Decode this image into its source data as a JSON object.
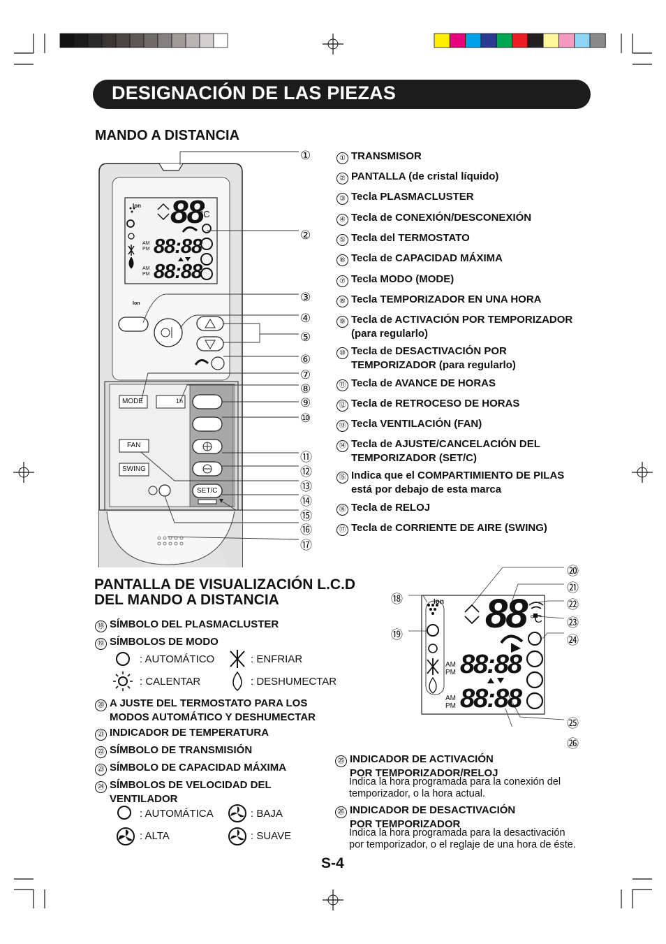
{
  "title": "DESIGNACIÓN DE LAS PIEZAS",
  "remote_heading": "MANDO A DISTANCIA",
  "lcd_heading_line1": "PANTALLA DE VISUALIZACIÓN L.C.D",
  "lcd_heading_line2": "DEL MANDO A DISTANCIA",
  "page_number": "S-4",
  "remote": {
    "ion": "Ion",
    "mode": "MODE",
    "fan": "FAN",
    "swing": "SWING",
    "setc": "SET/C",
    "one_h": "1h",
    "am": "AM",
    "pm": "PM",
    "big_digits": "88",
    "time1": "88:88",
    "time2": "88:88",
    "deg": "°C"
  },
  "callouts": [
    "①",
    "②",
    "③",
    "④",
    "⑤",
    "⑥",
    "⑦",
    "⑧",
    "⑨",
    "⑩",
    "⑪",
    "⑫",
    "⑬",
    "⑭",
    "⑮",
    "⑯",
    "⑰"
  ],
  "lcd_callouts": [
    "⑱",
    "⑲",
    "⑳",
    "㉑",
    "㉒",
    "㉓",
    "㉔",
    "㉕",
    "㉖"
  ],
  "parts": [
    {
      "n": "①",
      "text": "TRANSMISOR"
    },
    {
      "n": "②",
      "text": "PANTALLA (de cristal líquido)"
    },
    {
      "n": "③",
      "text": "Tecla PLASMACLUSTER"
    },
    {
      "n": "④",
      "text": "Tecla de CONEXIÓN/DESCONEXIÓN"
    },
    {
      "n": "⑤",
      "text": "Tecla del TERMOSTATO"
    },
    {
      "n": "⑥",
      "text": "Tecla de CAPACIDAD MÁXIMA"
    },
    {
      "n": "⑦",
      "text": "Tecla MODO (MODE)"
    },
    {
      "n": "⑧",
      "text": "Tecla TEMPORIZADOR EN UNA HORA"
    },
    {
      "n": "⑨",
      "text": "Tecla de ACTIVACIÓN POR TEMPORIZADOR",
      "sub": "(para regularlo)"
    },
    {
      "n": "⑩",
      "text": "Tecla de DESACTIVACIÓN POR",
      "sub": "TEMPORIZADOR (para regularlo)"
    },
    {
      "n": "⑪",
      "text": "Tecla de AVANCE DE HORAS"
    },
    {
      "n": "⑫",
      "text": "Tecla de RETROCESO DE HORAS"
    },
    {
      "n": "⑬",
      "text": "Tecla VENTILACIÓN (FAN)"
    },
    {
      "n": "⑭",
      "text": "Tecla de AJUSTE/CANCELACIÓN DEL",
      "sub": "TEMPORIZADOR (SET/C)"
    },
    {
      "n": "⑮",
      "text": "Indica que el COMPARTIMIENTO DE PILAS",
      "sub": "está por debajo de esta marca"
    },
    {
      "n": "⑯",
      "text": "Tecla de RELOJ"
    },
    {
      "n": "⑰",
      "text": "Tecla de CORRIENTE DE AIRE (SWING)"
    }
  ],
  "lcd_items": {
    "i18": {
      "n": "⑱",
      "text": "SÍMBOLO DEL PLASMACLUSTER"
    },
    "i19": {
      "n": "⑲",
      "text": "SÍMBOLOS DE MODO"
    },
    "modes": {
      "auto": ": AUTOMÁTICO",
      "cool": ": ENFRIAR",
      "heat": ": CALENTAR",
      "dry": ": DESHUMECTAR"
    },
    "i20": {
      "n": "⑳",
      "text": "A JUSTE DEL TERMOSTATO PARA LOS",
      "sub": "MODOS AUTOMÁTICO Y DESHUMECTAR"
    },
    "i21": {
      "n": "㉑",
      "text": "INDICADOR DE TEMPERATURA"
    },
    "i22": {
      "n": "㉒",
      "text": "SÍMBOLO DE TRANSMISIÓN"
    },
    "i23": {
      "n": "㉓",
      "text": "SÍMBOLO DE CAPACIDAD MÁXIMA"
    },
    "i24": {
      "n": "㉔",
      "text": "SÍMBOLOS DE VELOCIDAD DEL",
      "sub": "VENTILADOR"
    },
    "fans": {
      "auto": ": AUTOMÁTICA",
      "low": ": BAJA",
      "high": ": ALTA",
      "soft": ": SUAVE"
    },
    "i25": {
      "n": "㉕",
      "text": "INDICADOR DE ACTIVACIÓN",
      "sub": "POR TEMPORIZADOR/RELOJ",
      "desc1": "Indica la hora programada para la conexión del",
      "desc2": "temporizador, o la hora actual."
    },
    "i26": {
      "n": "㉖",
      "text": "INDICADOR DE DESACTIVACIÓN",
      "sub": "POR TEMPORIZADOR",
      "desc1": "Indica la hora programada para la desactivación",
      "desc2": "por temporizador, o el reglaje de una hora de éste."
    }
  },
  "colors": {
    "gray_bar": [
      "#111111",
      "#1a1a1a",
      "#2a2a2a",
      "#3a3434",
      "#4a4444",
      "#5c5656",
      "#706a6a",
      "#858080",
      "#a09a9a",
      "#bab4b4",
      "#d4d0d0",
      "#ffffff"
    ],
    "color_bar": [
      "#ffee00",
      "#e6007e",
      "#00a0e9",
      "#2b3990",
      "#00a651",
      "#ed1c24",
      "#231f20",
      "#fff799",
      "#f49ac1",
      "#8fd3f5",
      "#8a8a8a"
    ]
  }
}
